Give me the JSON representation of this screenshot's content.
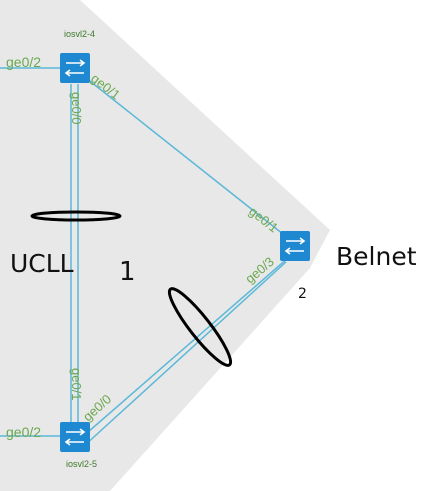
{
  "devices": {
    "top_switch": {
      "name": "iosvl2-4",
      "icon": "switch-icon"
    },
    "bottom_switch": {
      "name": "iosvl2-5",
      "icon": "switch-icon"
    },
    "right_switch": {
      "icon": "switch-icon"
    }
  },
  "ports": {
    "top_left": "ge0/2",
    "top_right": "ge0/1",
    "top_down": "ge0/0",
    "right_up": "ge0/1",
    "right_down": "ge0/3",
    "bottom_up": "ge0/1",
    "bottom_right": "ge0/0",
    "bottom_left": "ge0/2"
  },
  "labels": {
    "left_area": "UCLL",
    "left_area_number": "1",
    "right_area": "Belnet",
    "right_area_number": "2"
  },
  "colors": {
    "background_region": "#e8e8e8",
    "link": "#5bb8d8",
    "switch_fill": "#1e88d0",
    "port_label": "#6aa84f",
    "ellipse": "#000000"
  }
}
